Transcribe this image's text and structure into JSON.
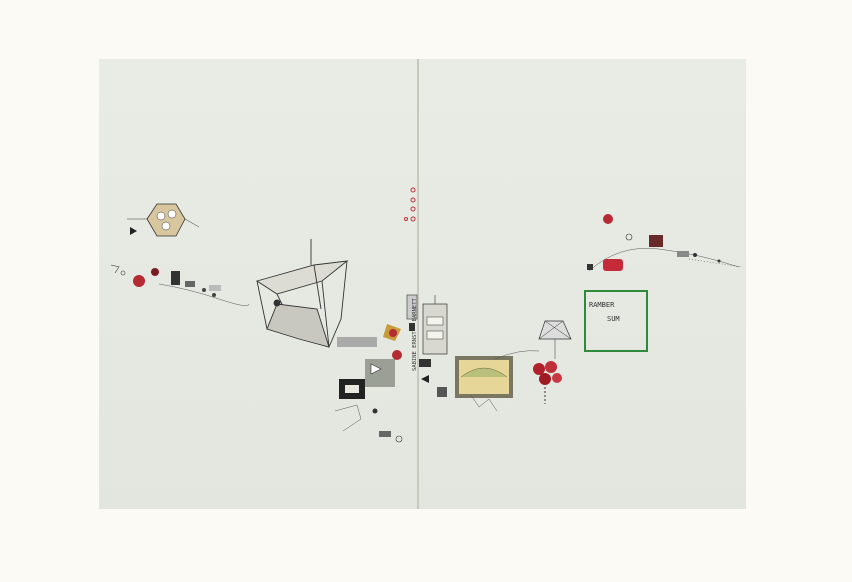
{
  "artwork": {
    "vertical_text": "SABINE ERNST · BARNETT",
    "green_box_line1": "RAMBER",
    "green_box_line2": "SUM"
  },
  "colors": {
    "paper": "#fbfaf4",
    "panel": "#e6e9e2",
    "ink": "#2a2a2a",
    "accent_red": "#c0303a",
    "accent_green": "#2f8a3c",
    "accent_yellow": "#d8c060",
    "accent_blue": "#5a78a8"
  }
}
